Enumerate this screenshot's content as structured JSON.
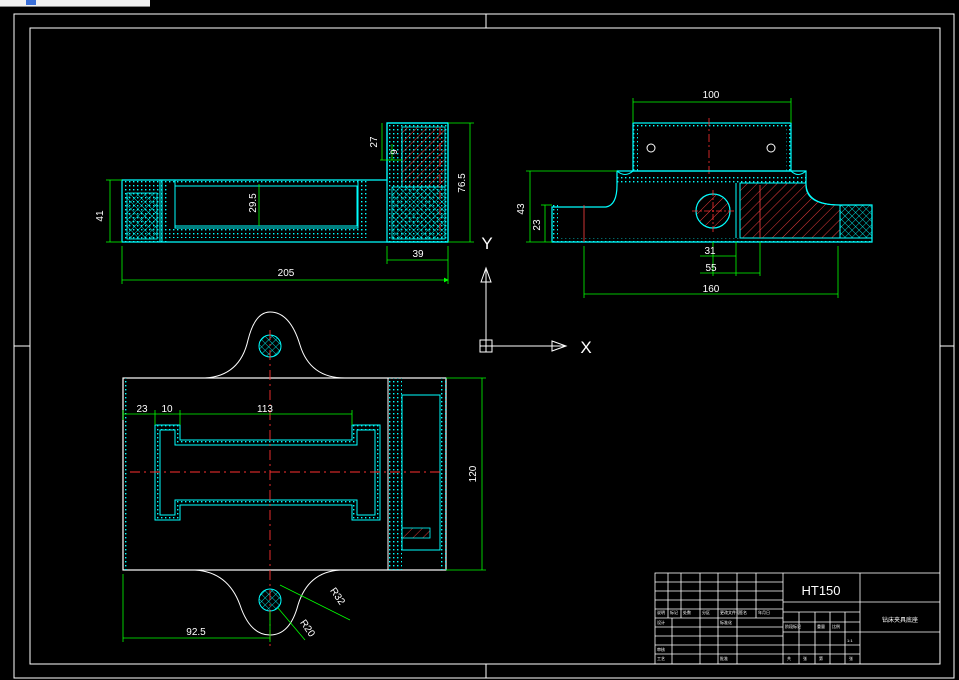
{
  "dimensions": {
    "d41": "41",
    "d27": "27",
    "d9": "9",
    "d29_5": "29.5",
    "d76_5": "76.5",
    "d205": "205",
    "d39": "39",
    "d100": "100",
    "d43": "43",
    "d23a": "23",
    "d31": "31",
    "d55": "55",
    "d160": "160",
    "d23b": "23",
    "d10": "10",
    "d113": "113",
    "d120": "120",
    "d92_5": "92.5",
    "r32": "R32",
    "r20": "R20"
  },
  "ucs": {
    "x_label": "X",
    "y_label": "Y"
  },
  "title_block": {
    "material": "HT150",
    "small_text": [
      "说明",
      "标记",
      "处数",
      "分区",
      "更改文件号",
      "签名",
      "年月日",
      "设计",
      "审核",
      "工艺",
      "标准化",
      "批准",
      "阶段标记",
      "重量",
      "比例",
      "1:1",
      "共",
      "张",
      "第",
      "张"
    ],
    "part_name": "钻床夹具底座"
  },
  "colors": {
    "background": "#000000",
    "outline": "#00ffff",
    "hatch": "#00ffff",
    "dimension": "#ffffff",
    "dim_lines": "#00ff00",
    "centerline": "#ff0000",
    "hatch_red": "#ff4040",
    "frame": "#ffffff"
  }
}
